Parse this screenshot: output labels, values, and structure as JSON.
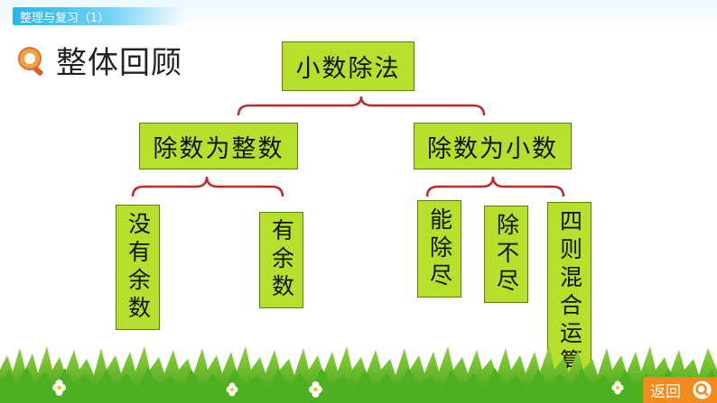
{
  "header": {
    "tab_label": "整理与复习（1）"
  },
  "section": {
    "title": "整体回顾"
  },
  "diagram": {
    "root": "小数除法",
    "left_branch": {
      "label": "除数为整数",
      "children": [
        "没有余数",
        "有余数"
      ]
    },
    "right_branch": {
      "label": "除数为小数",
      "children": [
        "能除尽",
        "除不尽",
        "四则混合运算"
      ]
    }
  },
  "footer": {
    "back_label": "返回"
  },
  "colors": {
    "box_fill": "#b6e02b",
    "box_border": "#5b7d12",
    "bracket": "#c0282e",
    "accent_blue": "#29b6ea",
    "back_button": "#f28a1e"
  }
}
